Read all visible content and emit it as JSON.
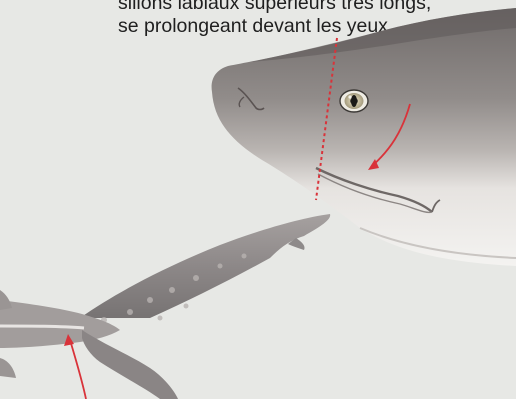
{
  "caption": {
    "line1": "sillons labiaux supérieurs très longs,",
    "line2": "se prolongeant devant les yeux"
  },
  "colors": {
    "background": "#e7e8e5",
    "shark_top": "#8f8b89",
    "shark_belly": "#f2f1ef",
    "eye_ring": "#d6c9a4",
    "annotation": "#d9333a"
  },
  "icons": {
    "head": "shark-head-illustration",
    "tail": "shark-tail-illustration",
    "arrow": "annotation-arrow"
  }
}
